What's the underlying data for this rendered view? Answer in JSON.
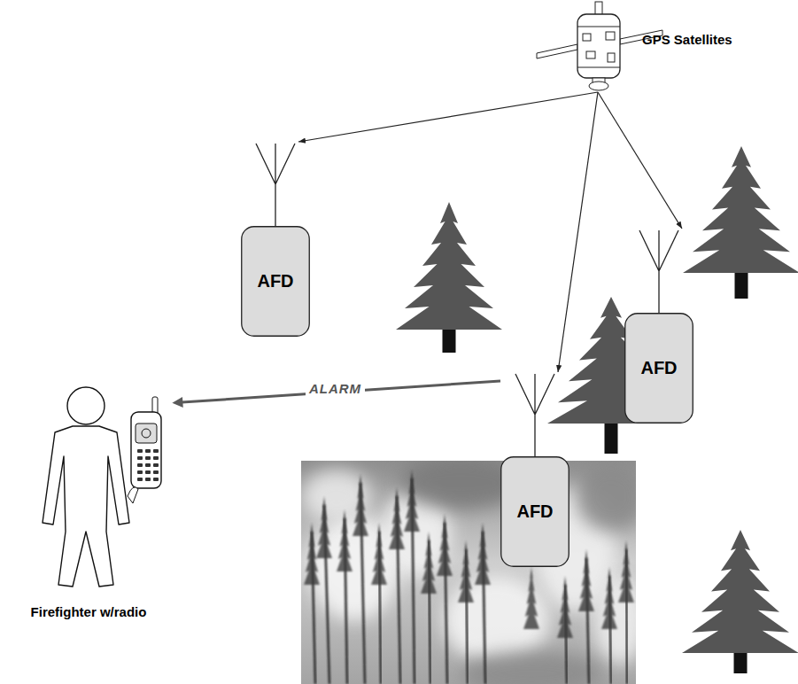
{
  "diagram": {
    "nodes": [
      {
        "text": [
          "GPS Satellites"
        ]
      },
      {
        "text": [
          "AFD"
        ]
      },
      {
        "text": [
          "AFD"
        ]
      },
      {
        "text": [
          "AFD"
        ]
      },
      {
        "text": [
          "Firefighter w/radio"
        ]
      }
    ],
    "edges": [
      {
        "from": 0,
        "to": 1,
        "arrow": "to"
      },
      {
        "from": 0,
        "to": 2,
        "arrow": "to"
      },
      {
        "from": 0,
        "to": 3,
        "arrow": "to"
      },
      {
        "from": 3,
        "to": 4,
        "arrow": "to",
        "label": "ALARM"
      }
    ]
  }
}
